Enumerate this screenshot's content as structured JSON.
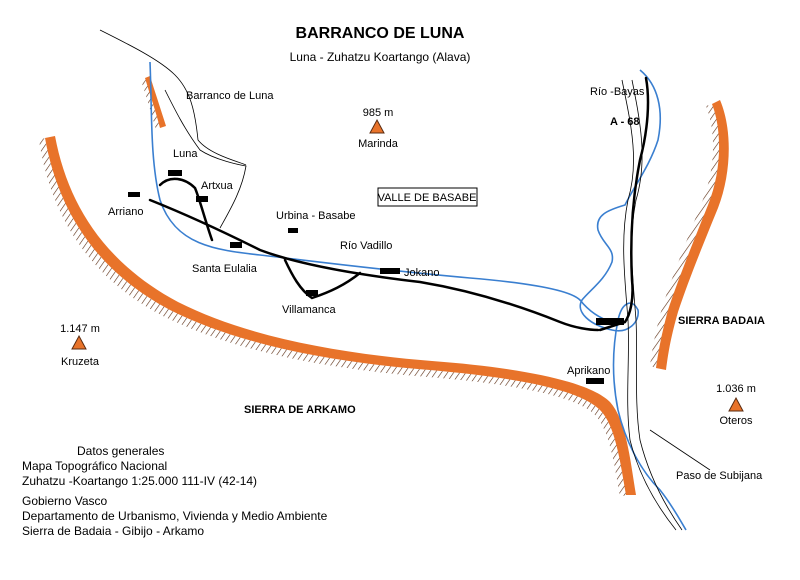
{
  "title": "BARRANCO DE LUNA",
  "subtitle": "Luna - Zuhatzu Koartango (Alava)",
  "colors": {
    "ridge": "#e8732a",
    "ridge_hatch": "#5a2b10",
    "river": "#3a7fd0",
    "road": "#000000",
    "summit": "#e8732a"
  },
  "summits": [
    {
      "name": "Marinda",
      "elevation": "985 m"
    },
    {
      "name": "Kruzeta",
      "elevation": "1.147 m"
    },
    {
      "name": "Oteros",
      "elevation": "1.036 m"
    }
  ],
  "places": {
    "barranco_luna": "Barranco de Luna",
    "luna": "Luna",
    "artxua": "Artxua",
    "arriano": "Arriano",
    "urbina": "Urbina - Basabe",
    "santa_eulalia": "Santa Eulalia",
    "villamanca": "Villamanca",
    "jokano": "Jokano",
    "aprikano": "Aprikano",
    "paso_subijana": "Paso de Subijana"
  },
  "rivers": {
    "vadillo": "Río Vadillo",
    "bayas": "Río -Bayas"
  },
  "road_label": "A - 68",
  "valley_label": "VALLE DE BASABE",
  "ranges": {
    "badaia": "SIERRA BADAIA",
    "arkamo": "SIERRA DE ARKAMO"
  },
  "info": {
    "line1": "Datos generales",
    "line2": "Mapa Topográfico Nacional",
    "line3": "Zuhatzu -Koartango 1:25.000  111-IV (42-14)",
    "line4": "Gobierno Vasco",
    "line5": "Departamento de Urbanismo, Vivienda y Medio Ambiente",
    "line6": "Sierra de Badaia - Gibijo - Arkamo"
  }
}
